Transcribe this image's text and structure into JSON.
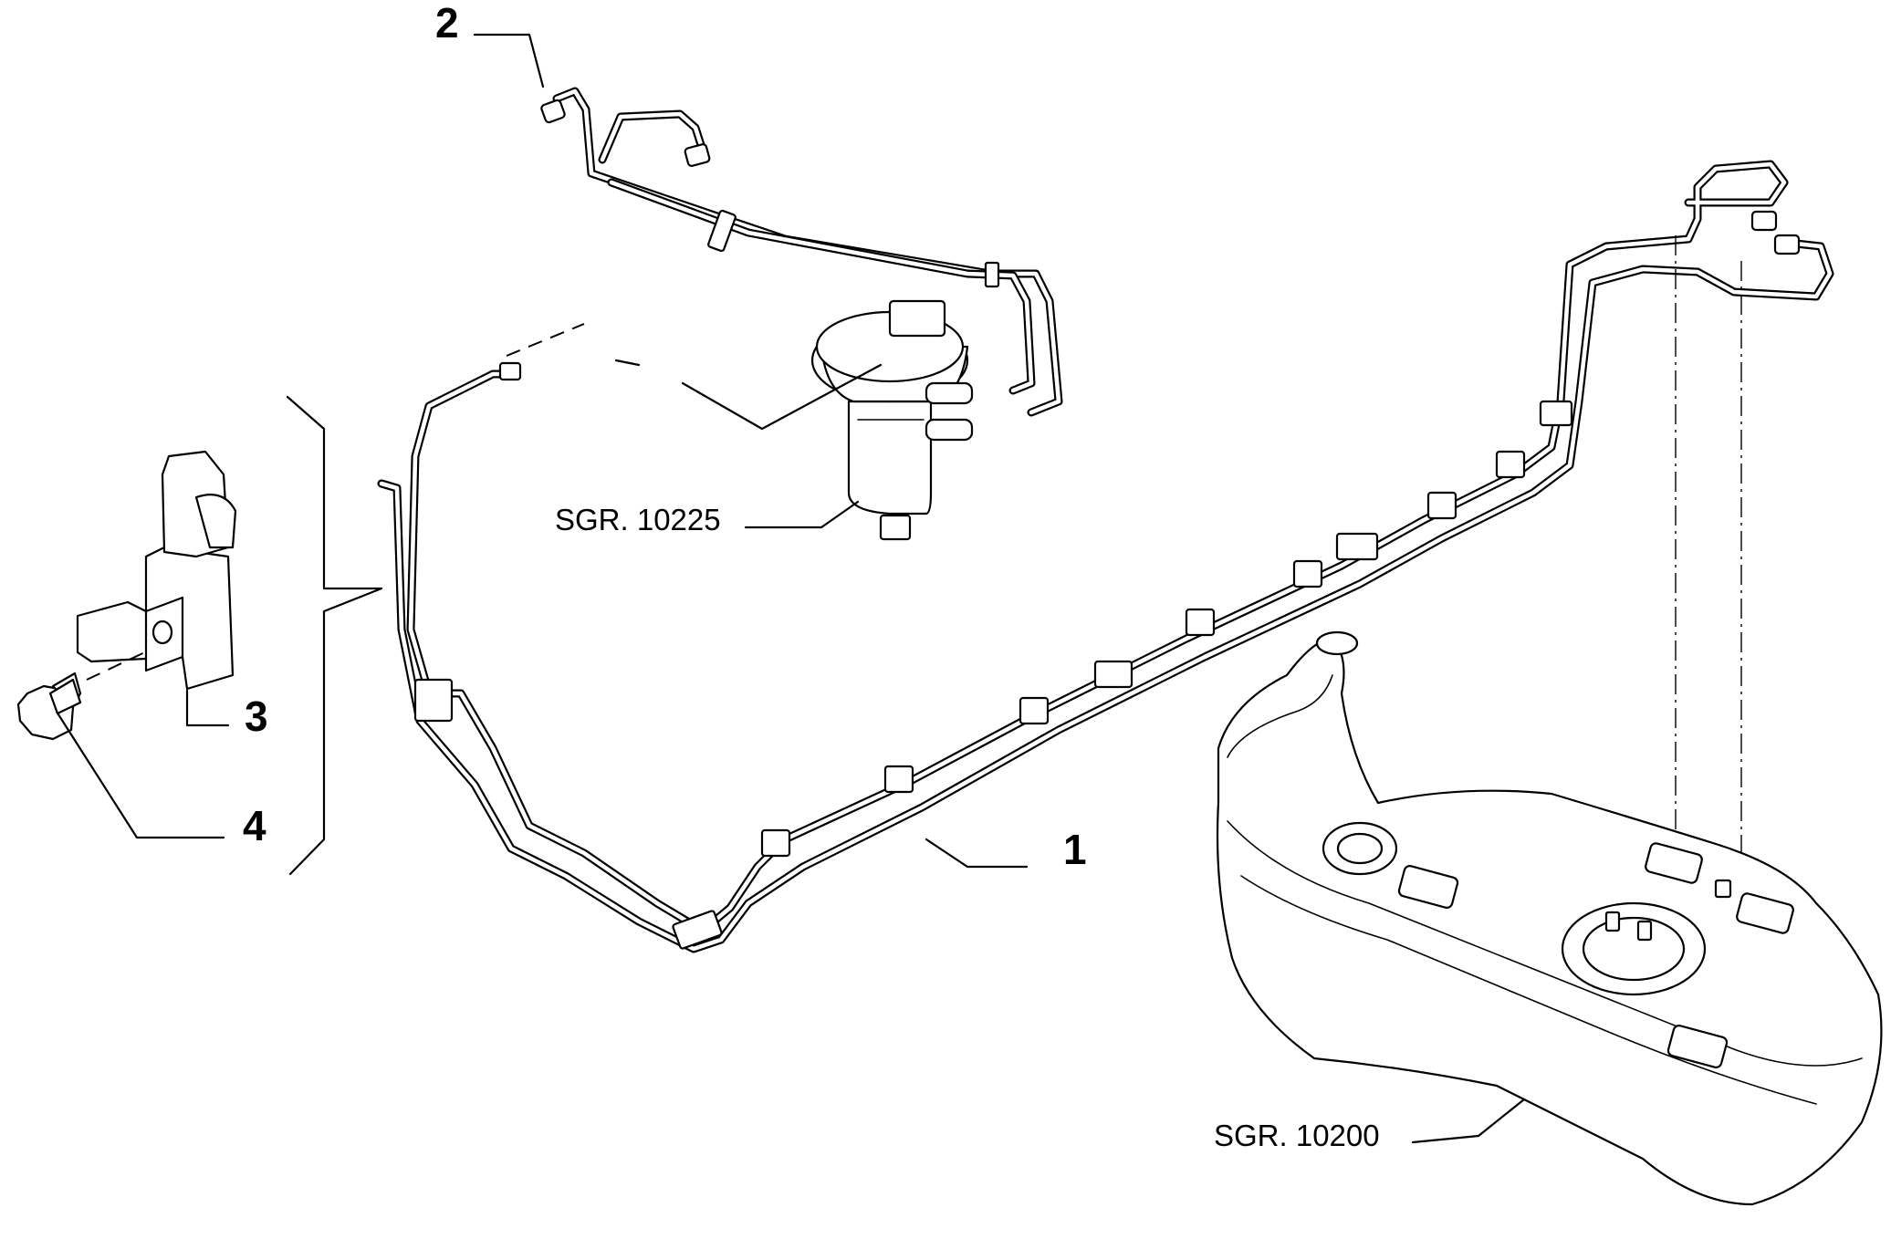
{
  "callouts": {
    "part_1": "1",
    "part_2": "2",
    "part_3": "3",
    "part_4": "4"
  },
  "references": {
    "fuel_filter_group": "SGR. 10225",
    "fuel_tank_group": "SGR. 10200"
  }
}
